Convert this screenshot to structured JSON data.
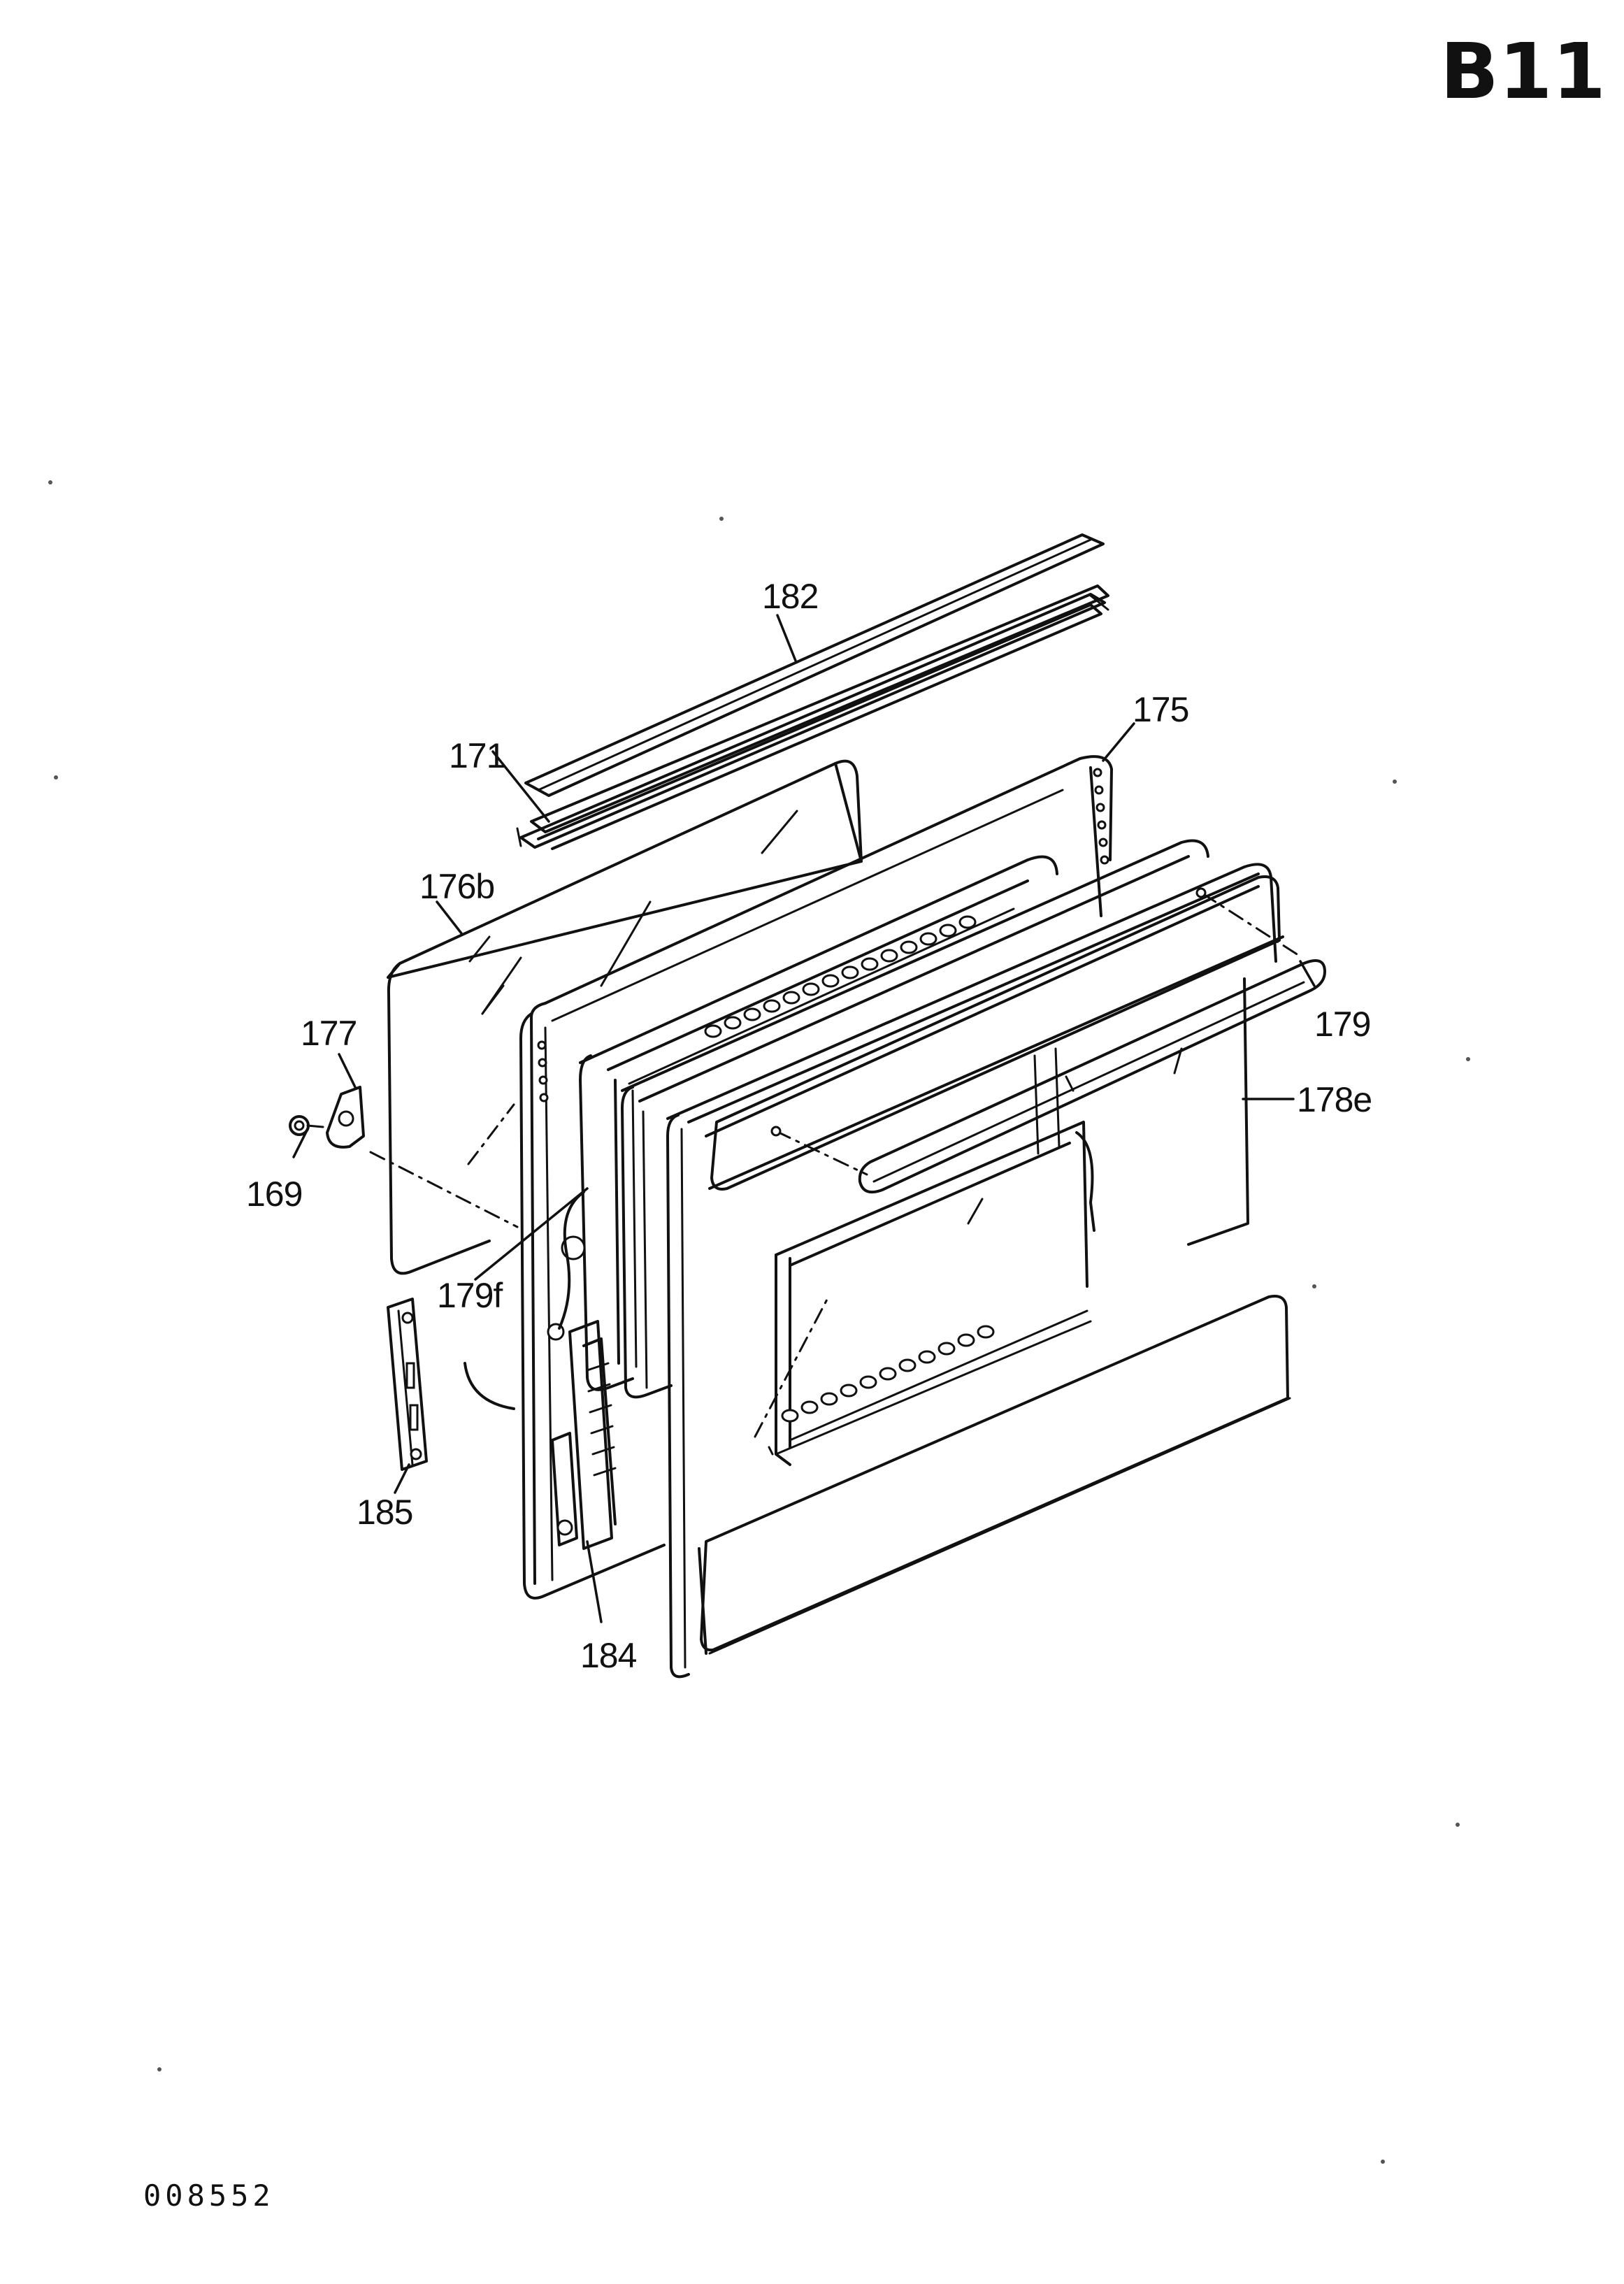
{
  "sheet": {
    "code": "B11",
    "drawing_number": "008552"
  },
  "parts": {
    "p182": "182",
    "p175": "175",
    "p171": "171",
    "p176b": "176b",
    "p179": "179",
    "p177": "177",
    "p178e": "178e",
    "p169": "169",
    "p179f": "179f",
    "p185": "185",
    "p184": "184"
  }
}
